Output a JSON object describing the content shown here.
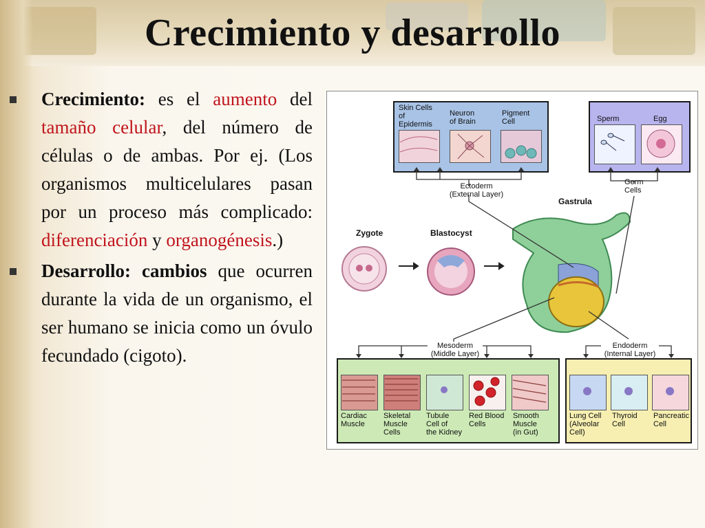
{
  "slide": {
    "title": "Crecimiento y desarrollo"
  },
  "bullets": {
    "b1": {
      "term": "Crecimiento:",
      "t1": " es el ",
      "r1": "aumento",
      "t2": " del ",
      "r2": "tamaño celular",
      "t3": ", del número de células o de ambas. Por ej. (Los organismos multicelulares pasan por un proceso más complicado: ",
      "r3": "diferenciación",
      "t4": " y ",
      "r4": "organogénesis",
      "t5": ".)"
    },
    "b2": {
      "term": "Desarrollo:",
      "t1": " ",
      "bold2": "cambios",
      "t2": " que ocurren durante la vida de un organismo, el ser humano se inicia como un óvulo fecundado (cigoto)."
    }
  },
  "figure": {
    "ecto_cells": {
      "skin": [
        "Skin Cells",
        "of",
        "Epidermis"
      ],
      "neuron": [
        "Neuron",
        "of Brain"
      ],
      "pigment": [
        "Pigment",
        "Cell"
      ]
    },
    "germ_cells": {
      "sperm": "Sperm",
      "egg": "Egg"
    },
    "ectoderm": [
      "Ectoderm",
      "(External Layer)"
    ],
    "germ": [
      "Germ",
      "Cells"
    ],
    "gastrula": "Gastrula",
    "zygote": "Zygote",
    "blastocyst": "Blastocyst",
    "mesoderm": [
      "Mesoderm",
      "(Middle Layer)"
    ],
    "endoderm": [
      "Endoderm",
      "(Internal Layer)"
    ],
    "meso_cells": {
      "cardiac": [
        "Cardiac",
        "Muscle"
      ],
      "skeletal": [
        "Skeletal",
        "Muscle",
        "Cells"
      ],
      "tubule": [
        "Tubule",
        "Cell of",
        "the Kidney"
      ],
      "rbc": [
        "Red Blood",
        "Cells"
      ],
      "smooth": [
        "Smooth",
        "Muscle",
        "(in Gut)"
      ]
    },
    "endo_cells": {
      "lung": [
        "Lung Cell",
        "(Alveolar",
        "Cell)"
      ],
      "thyroid": [
        "Thyroid",
        "Cell"
      ],
      "pancreatic": [
        "Pancreatic",
        "Cell"
      ]
    },
    "colors": {
      "ectoderm": "#a8c3e6",
      "germ": "#b8b4ee",
      "mesoderm": "#cdeab6",
      "endoderm": "#f6efb1",
      "gastrula_green": "#8fcf9a",
      "gastrula_yellow": "#e8c53a",
      "gastrula_blue": "#8aa2d8"
    }
  }
}
